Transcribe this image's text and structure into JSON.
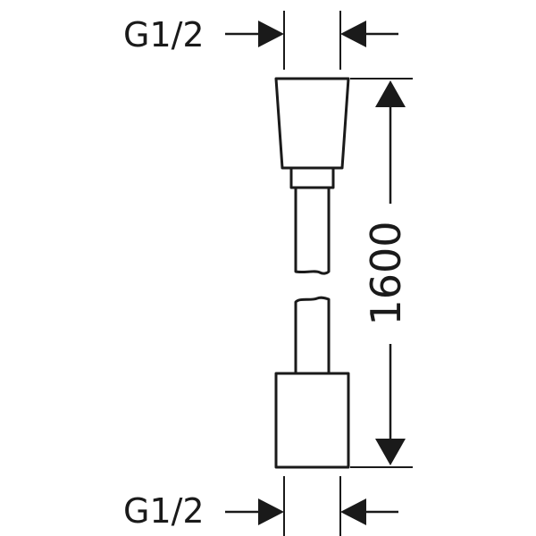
{
  "diagram": {
    "thread_top": "G1/2",
    "thread_bottom": "G1/2",
    "length": "1600",
    "line_color": "#1a1a1a",
    "background": "#ffffff"
  }
}
